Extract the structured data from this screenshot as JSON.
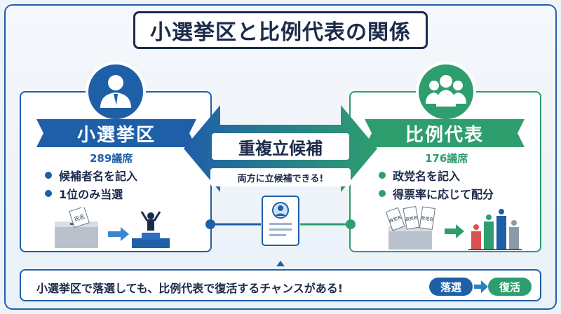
{
  "title": "小選挙区と比例代表の関係",
  "left": {
    "name": "小選挙区",
    "seats": "289議席",
    "bullets": [
      "候補者名を記入",
      "1位のみ当選"
    ],
    "ballot_text": "氏名"
  },
  "right": {
    "name": "比例代表",
    "seats": "176議席",
    "bullets": [
      "政党名を記入",
      "得票率に応じて配分"
    ],
    "ballot_text": "政党名"
  },
  "center": {
    "label": "重複立候補",
    "sub": "両方に立候補できる!"
  },
  "bottom": {
    "text": "小選挙区で落選しても、比例代表で復活するチャンスがある!",
    "from": "落選",
    "to": "復活"
  },
  "colors": {
    "blue": "#1f5fa8",
    "green": "#2e9e6e",
    "navy": "#1c2b4a"
  }
}
